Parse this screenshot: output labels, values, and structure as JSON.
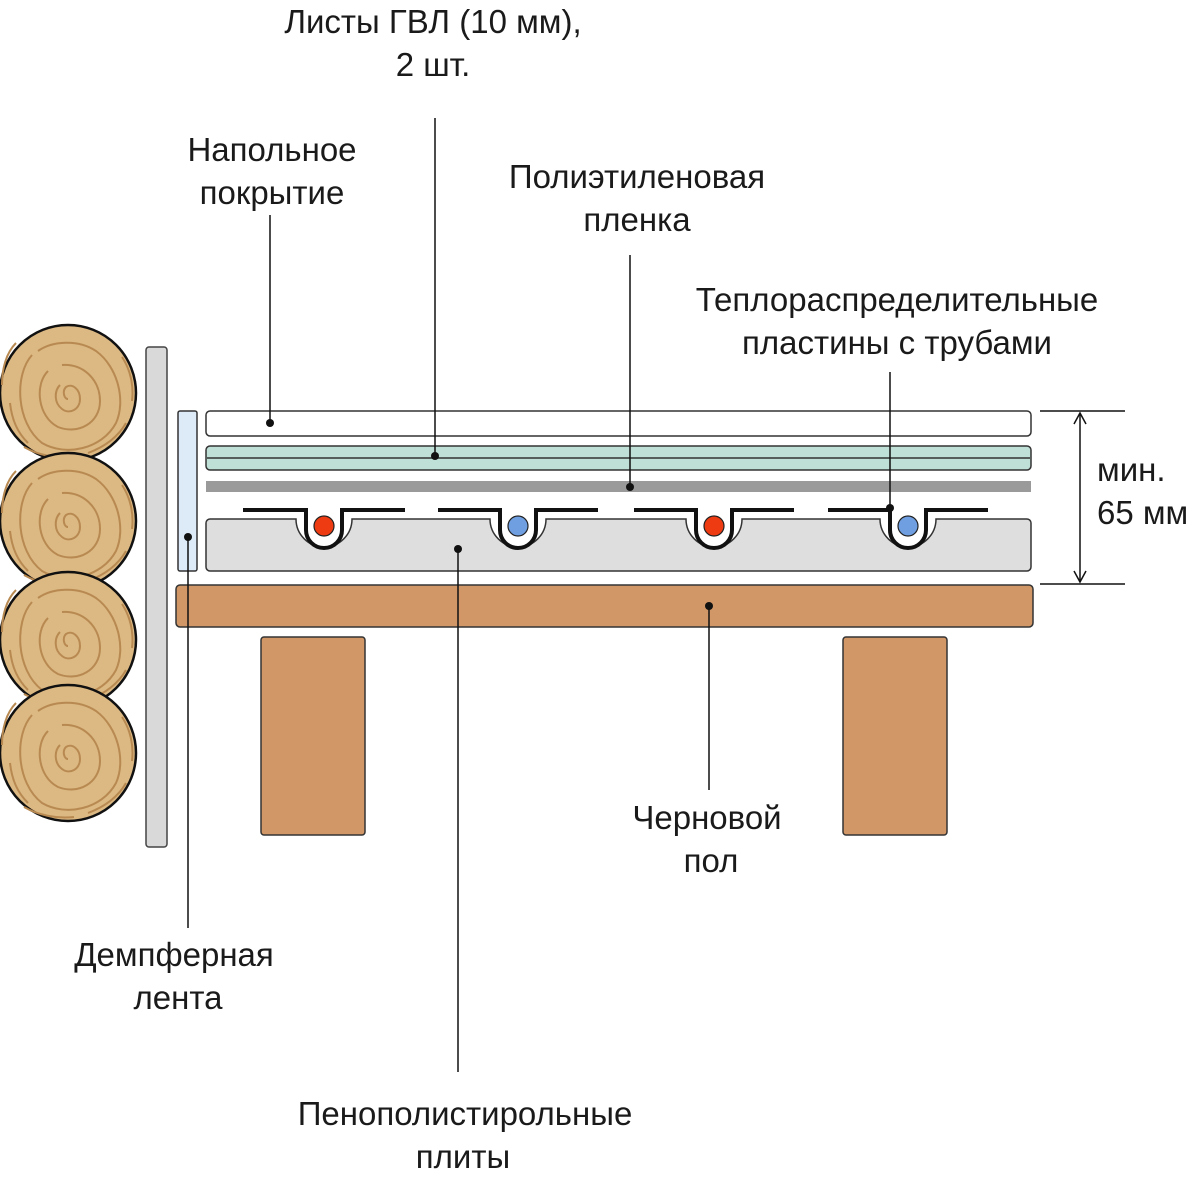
{
  "labels": {
    "gvl_line1": "Листы ГВЛ (10 мм),",
    "gvl_line2": "2 шт.",
    "floor_cover_line1": "Напольное",
    "floor_cover_line2": "покрытие",
    "film_line1": "Полиэтиленовая",
    "film_line2": "пленка",
    "plates_line1": "Теплораспределительные",
    "plates_line2": "пластины с трубами",
    "min_line1": "мин.",
    "min_line2": "65 мм",
    "subfloor_line1": "Черновой",
    "subfloor_line2": "пол",
    "damper_line1": "Демпферная",
    "damper_line2": "лента",
    "foam_line1": "Пенополистирольные",
    "foam_line2": "плиты"
  },
  "colors": {
    "wood_log": "#dcb882",
    "wood_grain": "#b88a52",
    "wall_panel": "#d9d9d9",
    "damper_tape": "#dcebf7",
    "floor_cover": "#ffffff",
    "gvl": "#bfe0d6",
    "film": "#9a9a9a",
    "foam": "#dedede",
    "subfloor": "#d19766",
    "pipe_hot": "#ef3b12",
    "pipe_cold": "#6f9fe0",
    "leader": "#111111"
  },
  "pipes": [
    "hot",
    "cold",
    "hot",
    "cold"
  ]
}
